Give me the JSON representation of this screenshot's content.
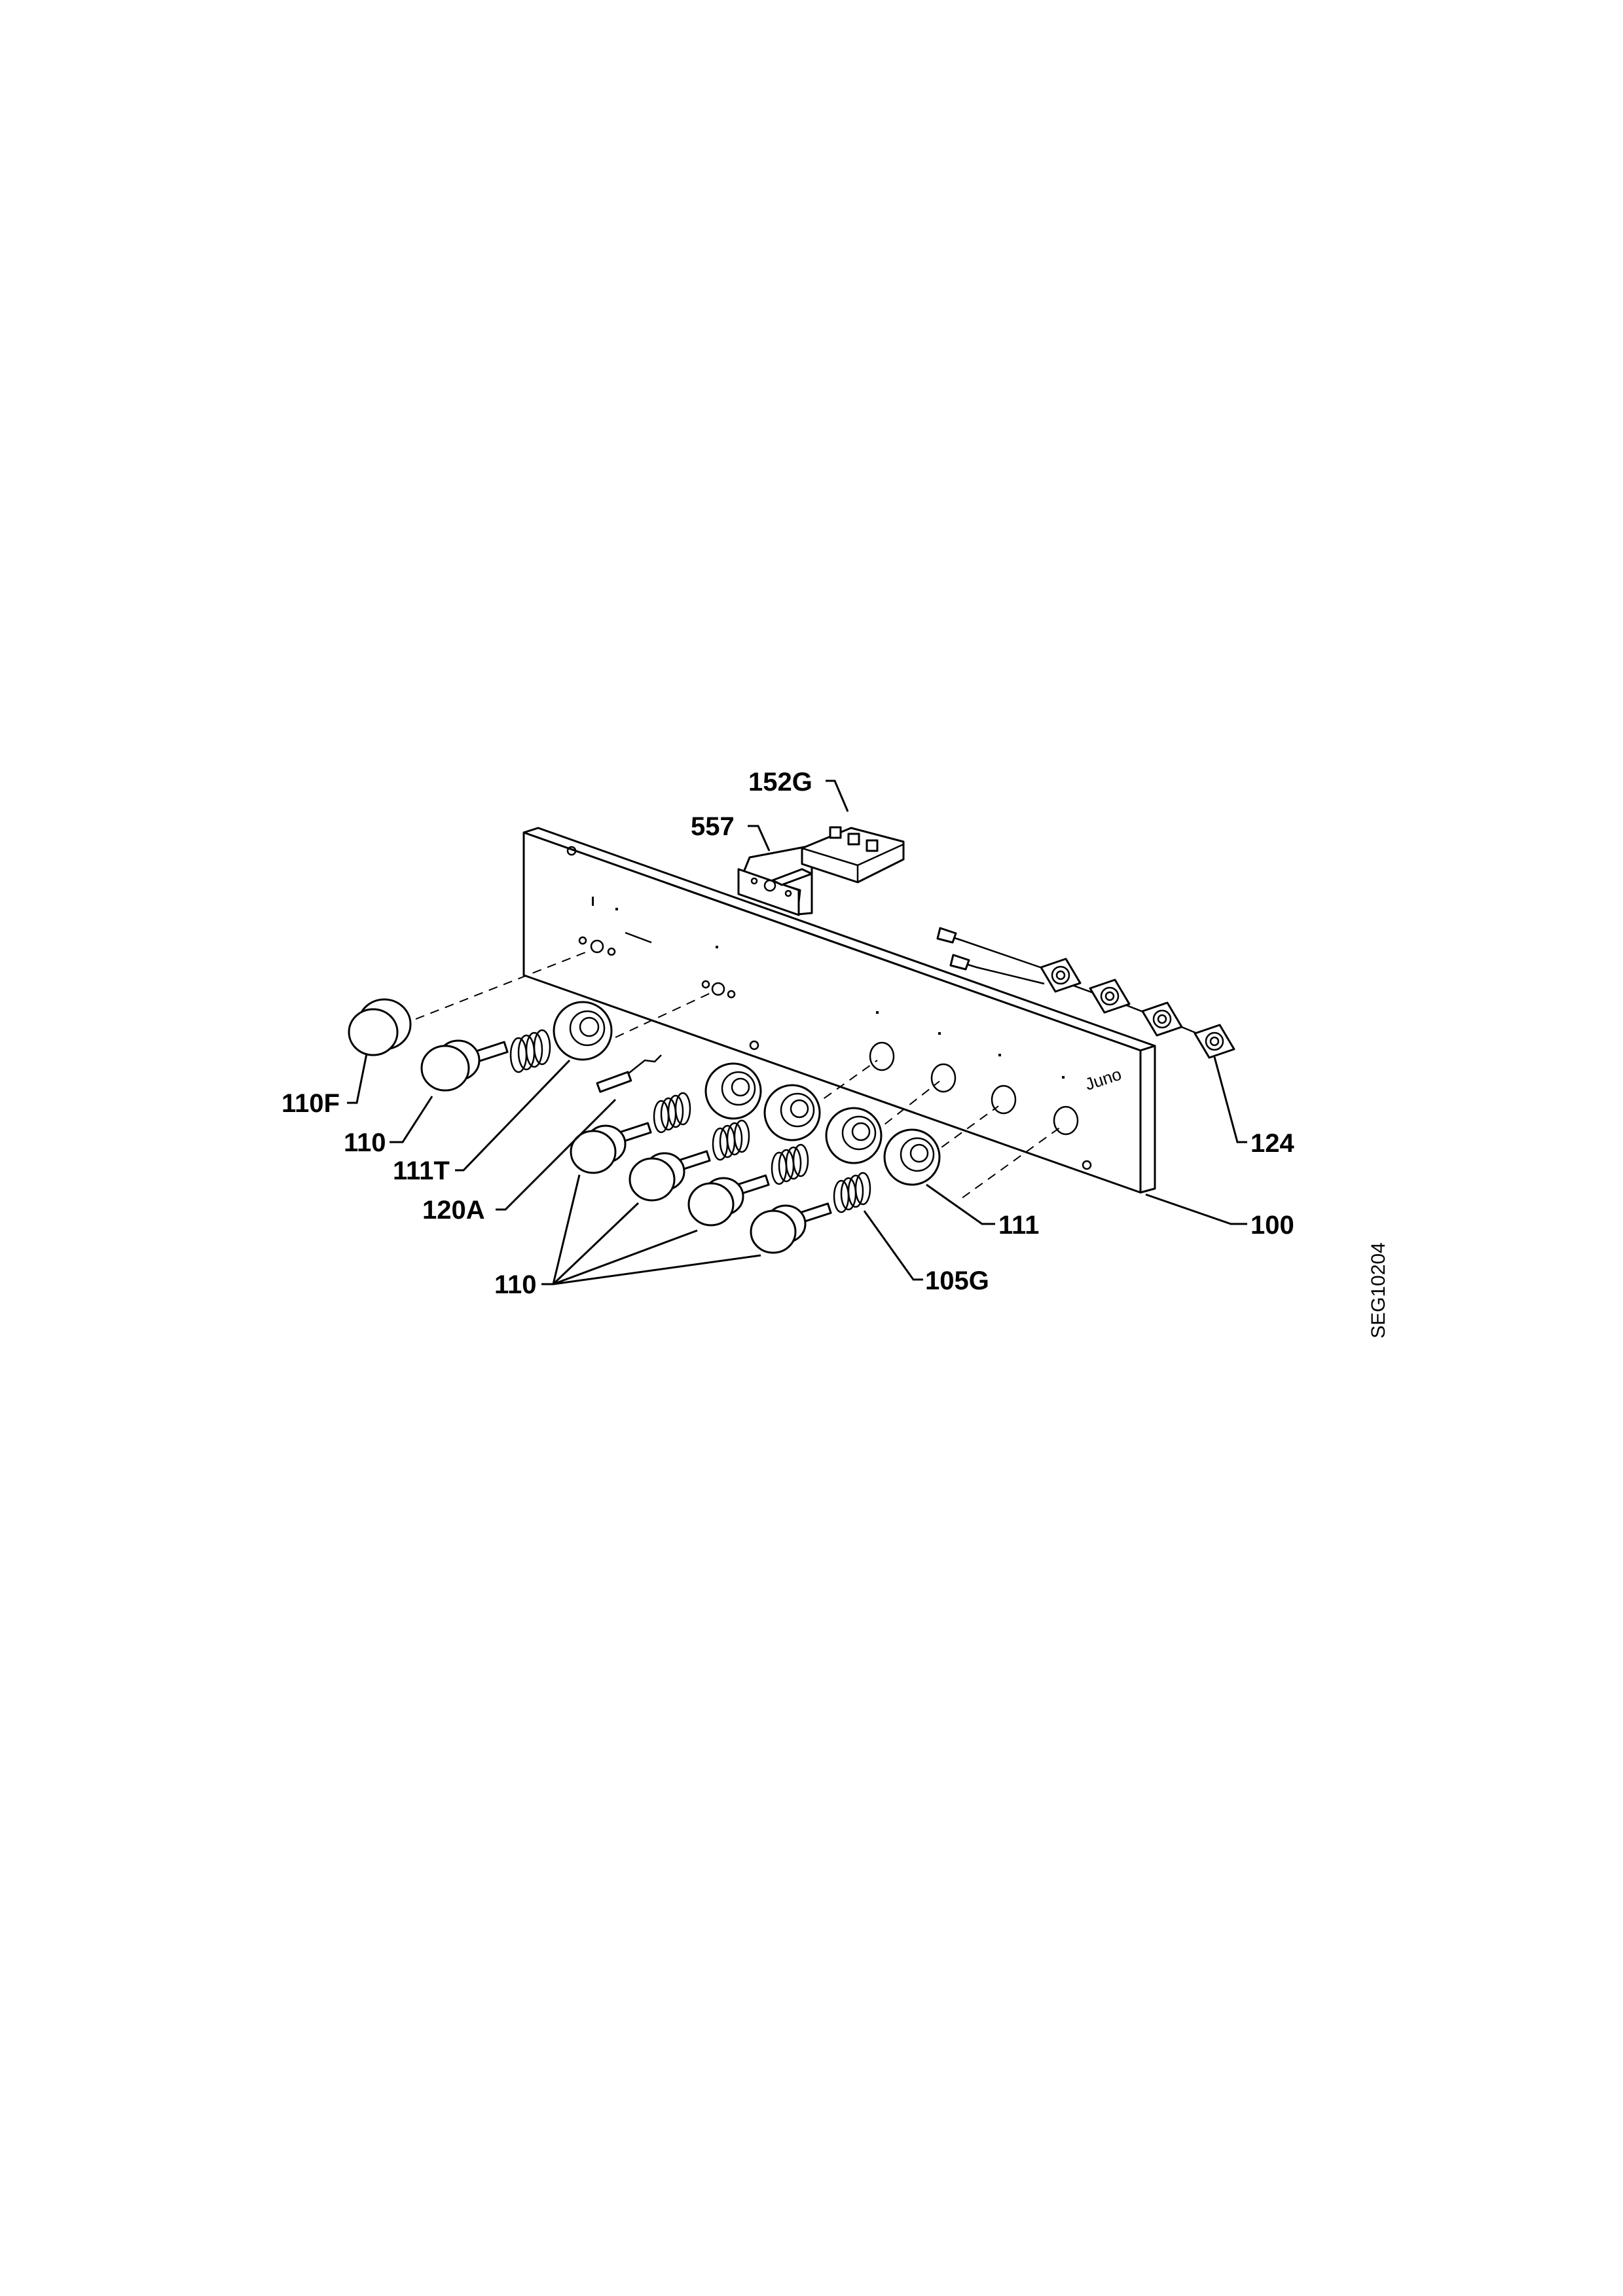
{
  "diagram": {
    "brand_label": "Juno",
    "document_code": "SEG10204",
    "callouts": {
      "c152G": "152G",
      "c557": "557",
      "c110F": "110F",
      "c110_single": "110",
      "c111T": "111T",
      "c120A": "120A",
      "c110_group": "110",
      "c105G": "105G",
      "c111": "111",
      "c124": "124",
      "c100": "100"
    }
  }
}
